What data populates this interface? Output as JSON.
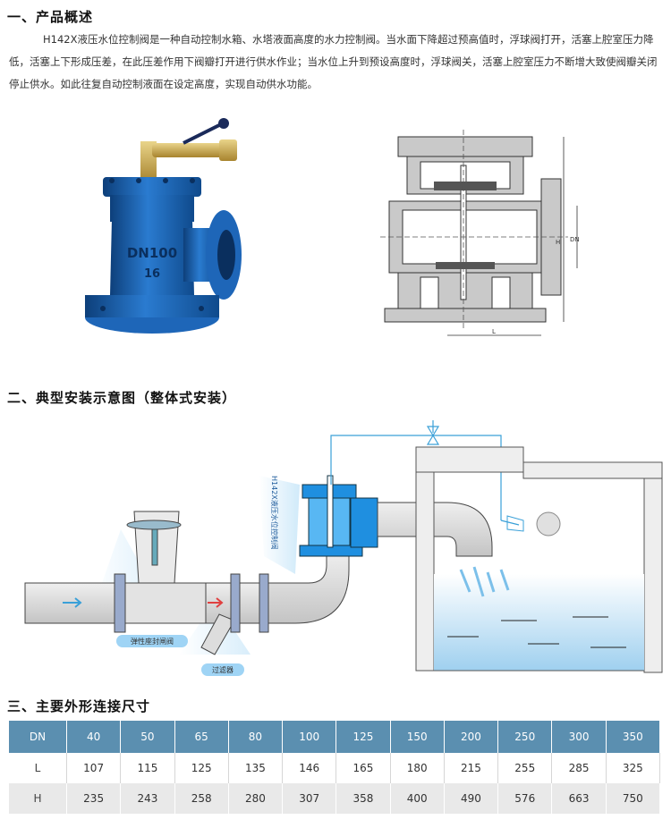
{
  "section1": {
    "title": "一、产品概述",
    "paragraph": "H142X液压水位控制阀是一种自动控制水箱、水塔液面高度的水力控制阀。当水面下降超过预高值时，浮球阀打开，活塞上腔室压力降低，活塞上下形成压差，在此压差作用下阀瓣打开进行供水作业；当水位上升到预设高度时，浮球阀关，活塞上腔室压力不断增大致使阀瓣关闭停止供水。如此往复自动控制液面在设定高度，实现自动供水功能。",
    "valve_body_text": [
      "DN100",
      "16"
    ],
    "drawing_labels": {
      "H": "H",
      "DN": "DN",
      "L": "L"
    }
  },
  "section2": {
    "title": "二、典型安装示意图（整体式安装）",
    "valve_label": "H142X液压水位控制阀",
    "gate_valve_label": "弹性座封闸阀",
    "filter_label": "过滤器"
  },
  "section3": {
    "title": "三、主要外形连接尺寸",
    "header": [
      "DN",
      "40",
      "50",
      "65",
      "80",
      "100",
      "125",
      "150",
      "200",
      "250",
      "300",
      "350"
    ],
    "rows": [
      [
        "L",
        "107",
        "115",
        "125",
        "135",
        "146",
        "165",
        "180",
        "215",
        "255",
        "285",
        "325"
      ],
      [
        "H",
        "235",
        "243",
        "258",
        "280",
        "307",
        "358",
        "400",
        "490",
        "576",
        "663",
        "750"
      ]
    ]
  },
  "colors": {
    "valve_blue": "#1a63b5",
    "pipe_grey": "#d9d9d9",
    "water_blue": "#bde0f5",
    "table_header": "#5b8fb0",
    "flow_line": "#3aa0d8"
  }
}
